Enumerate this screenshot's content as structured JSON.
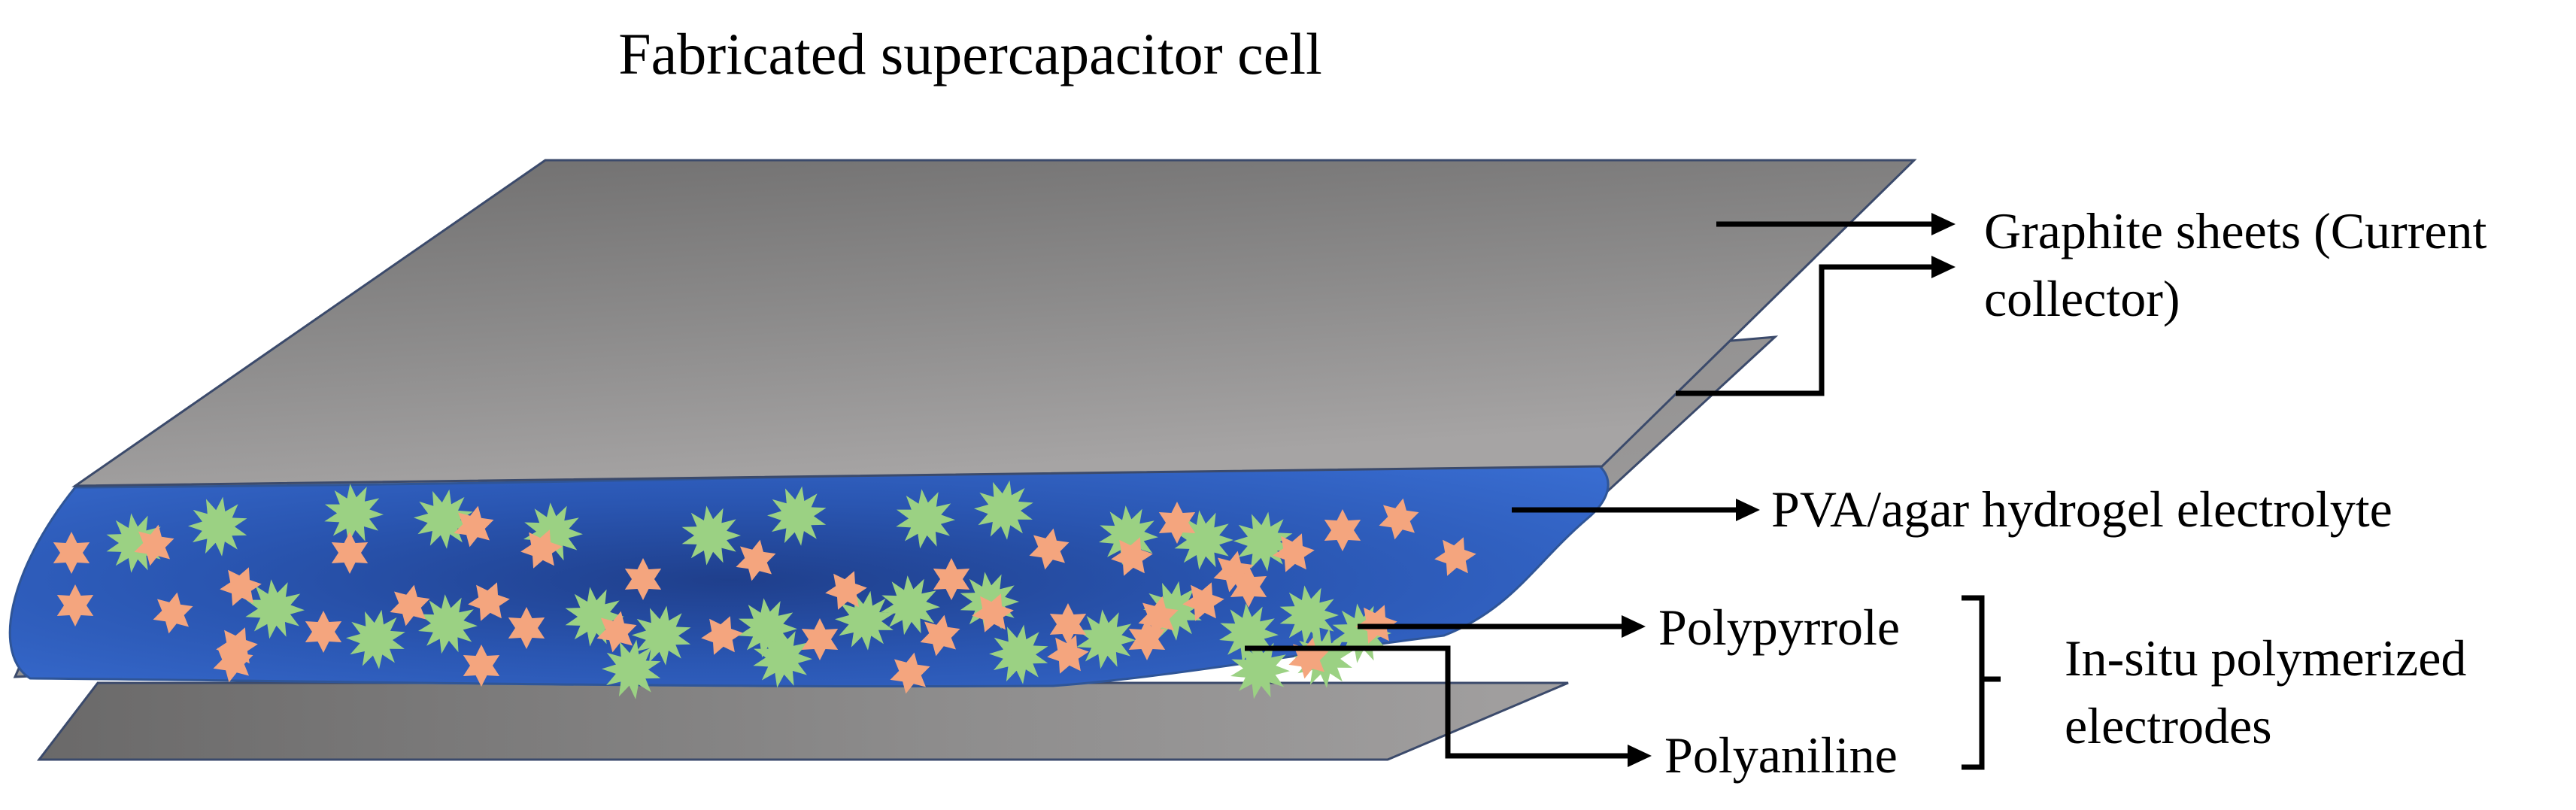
{
  "title": "Fabricated supercapacitor cell",
  "labels": {
    "graphite_line1": "Graphite sheets (Current",
    "graphite_line2": "collector)",
    "electrolyte": "PVA/agar hydrogel electrolyte",
    "polypyrrole": "Polypyrrole",
    "polyaniline": "Polyaniline",
    "electrodes_line1": "In-situ polymerized",
    "electrodes_line2": "electrodes"
  },
  "colors": {
    "graphite": "#8a8888",
    "graphite_light": "#a09e9e",
    "graphite_dark": "#6e6d6d",
    "electrolyte": "#2e5fc0",
    "electrolyte_dark": "#1b3f86",
    "polypyrrole_particle": "#f4a57e",
    "polyaniline_particle": "#9bd183",
    "arrow": "#000000"
  },
  "icons": {
    "polypyrrole_particle": "six-point-star",
    "polyaniline_particle": "spiky-burst"
  }
}
